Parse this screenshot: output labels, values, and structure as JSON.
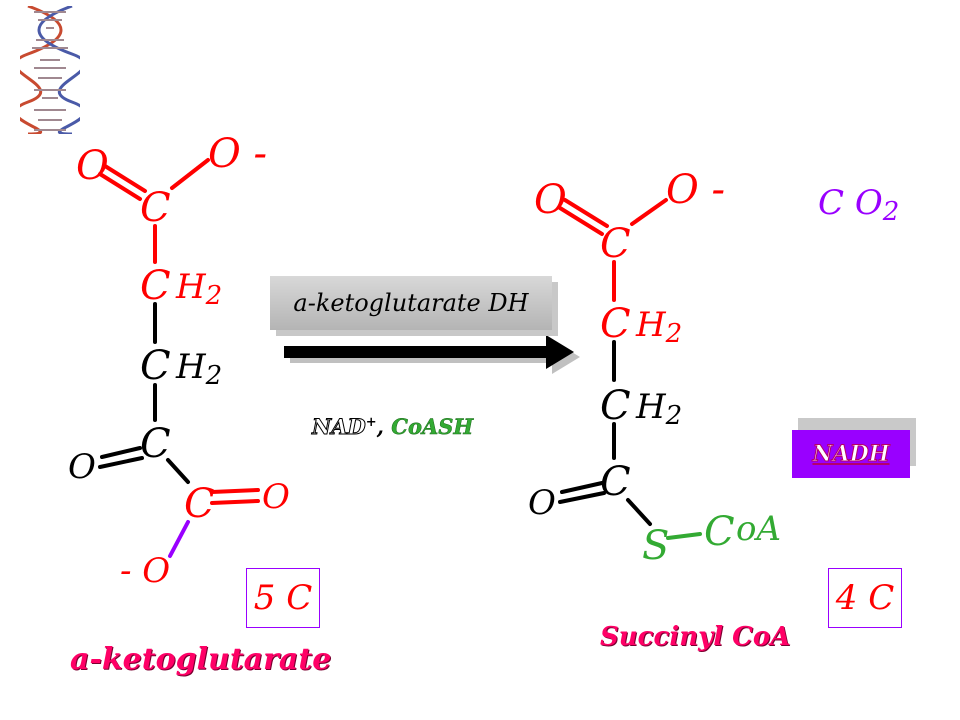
{
  "reactant": {
    "name": "a-ketoglutarate",
    "carbon_count": "5 C",
    "atoms": {
      "o_top": "O",
      "o_minus": "O -",
      "c1": "C",
      "c2": "C",
      "h2_a": "H",
      "h2_a_sub": "2",
      "c3": "C",
      "h2_b": "H",
      "h2_b_sub": "2",
      "c4": "C",
      "o_keto": "O",
      "c5": "C",
      "o_right": "O",
      "o_minus_bottom": "- O"
    }
  },
  "enzyme": {
    "label": "a-ketoglutarate DH"
  },
  "cofactors": {
    "nad": "NAD",
    "nad_sup": "+",
    "sep": ", ",
    "coash": "CoASH"
  },
  "product": {
    "name": "Succinyl CoA",
    "carbon_count": "4 C",
    "atoms": {
      "o_top": "O",
      "o_minus": "O -",
      "c1": "C",
      "c2": "C",
      "h2_a": "H",
      "h2_a_sub": "2",
      "c3": "C",
      "h2_b": "H",
      "h2_b_sub": "2",
      "c4": "C",
      "o_left": "O",
      "s": "S",
      "coa_c": "C",
      "coa_oa": "oA"
    }
  },
  "byproducts": {
    "co2_c": "C",
    "co2_o": "O",
    "co2_sub": "2",
    "nadh": "NADH"
  },
  "colors": {
    "red": "#ff0000",
    "green": "#33aa33",
    "purple": "#9900ff",
    "pink": "#ff0066"
  }
}
